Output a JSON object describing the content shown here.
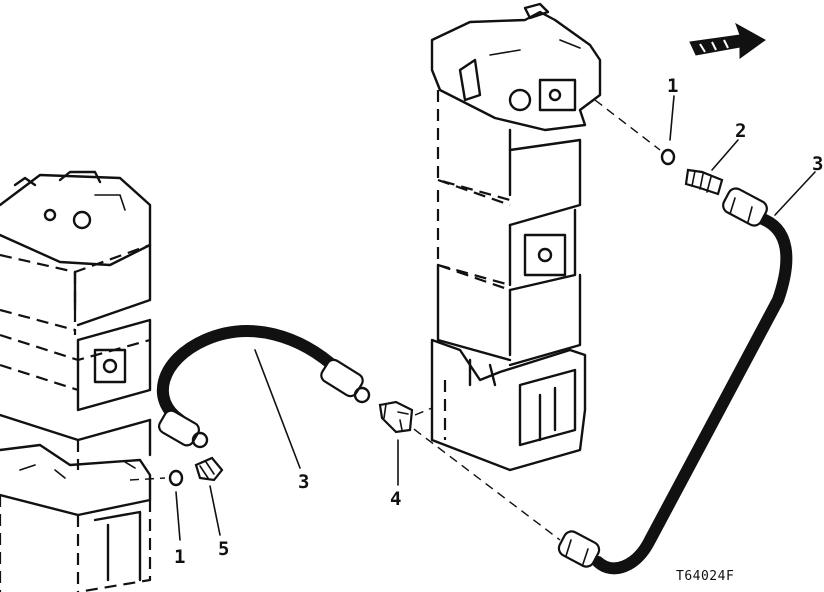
{
  "callouts": {
    "c1_top": "1",
    "c2": "2",
    "c3_right": "3",
    "c3_mid": "3",
    "c4": "4",
    "c1_bottom": "1",
    "c5": "5"
  },
  "figure_id": "T64024F",
  "arrow_symbol": "direction-arrow"
}
